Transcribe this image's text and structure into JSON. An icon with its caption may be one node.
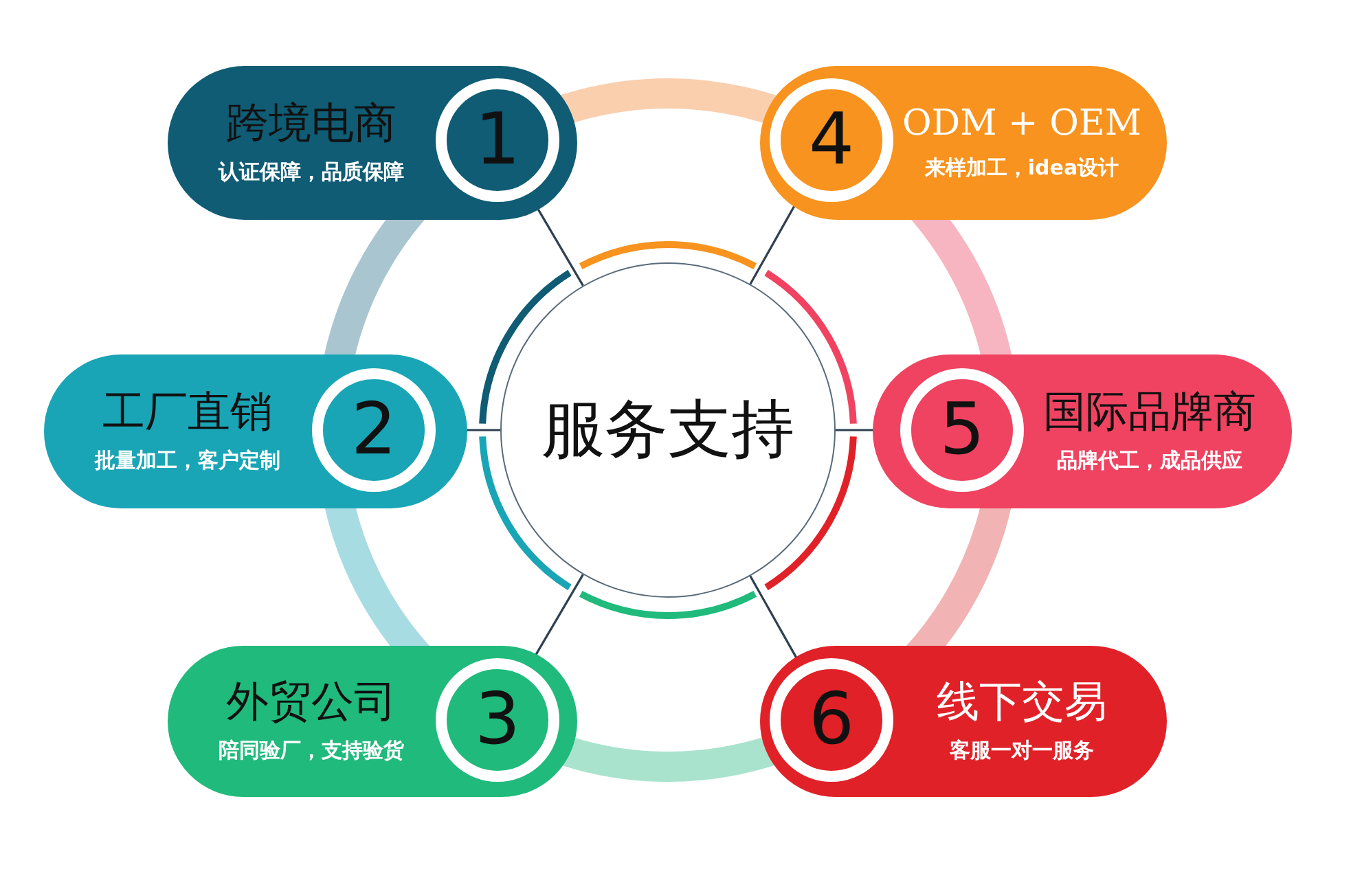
{
  "diagram": {
    "nodes": [
      {
        "text": [
          "跨境电商",
          "认证保障，品质保障"
        ]
      },
      {
        "text": [
          "1"
        ],
        "in": 0
      },
      {
        "text": [
          "ODM + OEM",
          "来样加工，idea设计"
        ]
      },
      {
        "text": [
          "4"
        ],
        "in": 2
      },
      {
        "text": [
          "工厂直销",
          "批量加工，客户定制"
        ]
      },
      {
        "text": [
          "2"
        ],
        "in": 4
      },
      {
        "text": [
          "服务支持"
        ]
      },
      {
        "text": [
          "国际品牌商",
          "品牌代工，成品供应"
        ]
      },
      {
        "text": [
          "5"
        ],
        "in": 7
      },
      {
        "text": [
          "外贸公司",
          "陪同验厂，支持验货"
        ]
      },
      {
        "text": [
          "3"
        ],
        "in": 9
      },
      {
        "text": [
          "线下交易",
          "客服一对一服务"
        ]
      },
      {
        "text": [
          "6"
        ],
        "in": 11
      }
    ],
    "edges": [
      {
        "from": 1,
        "to": 6,
        "arrow": "none"
      },
      {
        "from": 3,
        "to": 6,
        "arrow": "none"
      },
      {
        "from": 5,
        "to": 6,
        "arrow": "none"
      },
      {
        "from": 8,
        "to": 6,
        "arrow": "none"
      },
      {
        "from": 10,
        "to": 6,
        "arrow": "none"
      },
      {
        "from": 12,
        "to": 6,
        "arrow": "none"
      }
    ]
  }
}
